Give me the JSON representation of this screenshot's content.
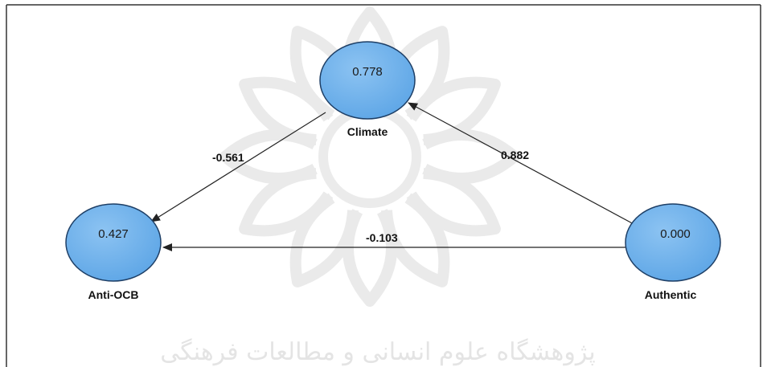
{
  "colors": {
    "node_fill": "#70b2ec",
    "node_stroke": "#1e3f66",
    "edge": "#222222",
    "border": "#333333",
    "watermark": "#dadada"
  },
  "nodes": {
    "climate": {
      "value": "0.778",
      "label": "Climate"
    },
    "anti_ocb": {
      "value": "0.427",
      "label": "Anti-OCB"
    },
    "authentic": {
      "value": "0.000",
      "label": "Authentic"
    }
  },
  "edges": {
    "climate_to_anti_ocb": {
      "coefficient": "-0.561"
    },
    "authentic_to_climate": {
      "coefficient": "0.882"
    },
    "authentic_to_anti_ocb": {
      "coefficient": "-0.103"
    }
  },
  "watermark": {
    "icon": "rosette-logo-icon",
    "text": "پژوهشگاه علوم انسانی و مطالعات فرهنگی"
  }
}
